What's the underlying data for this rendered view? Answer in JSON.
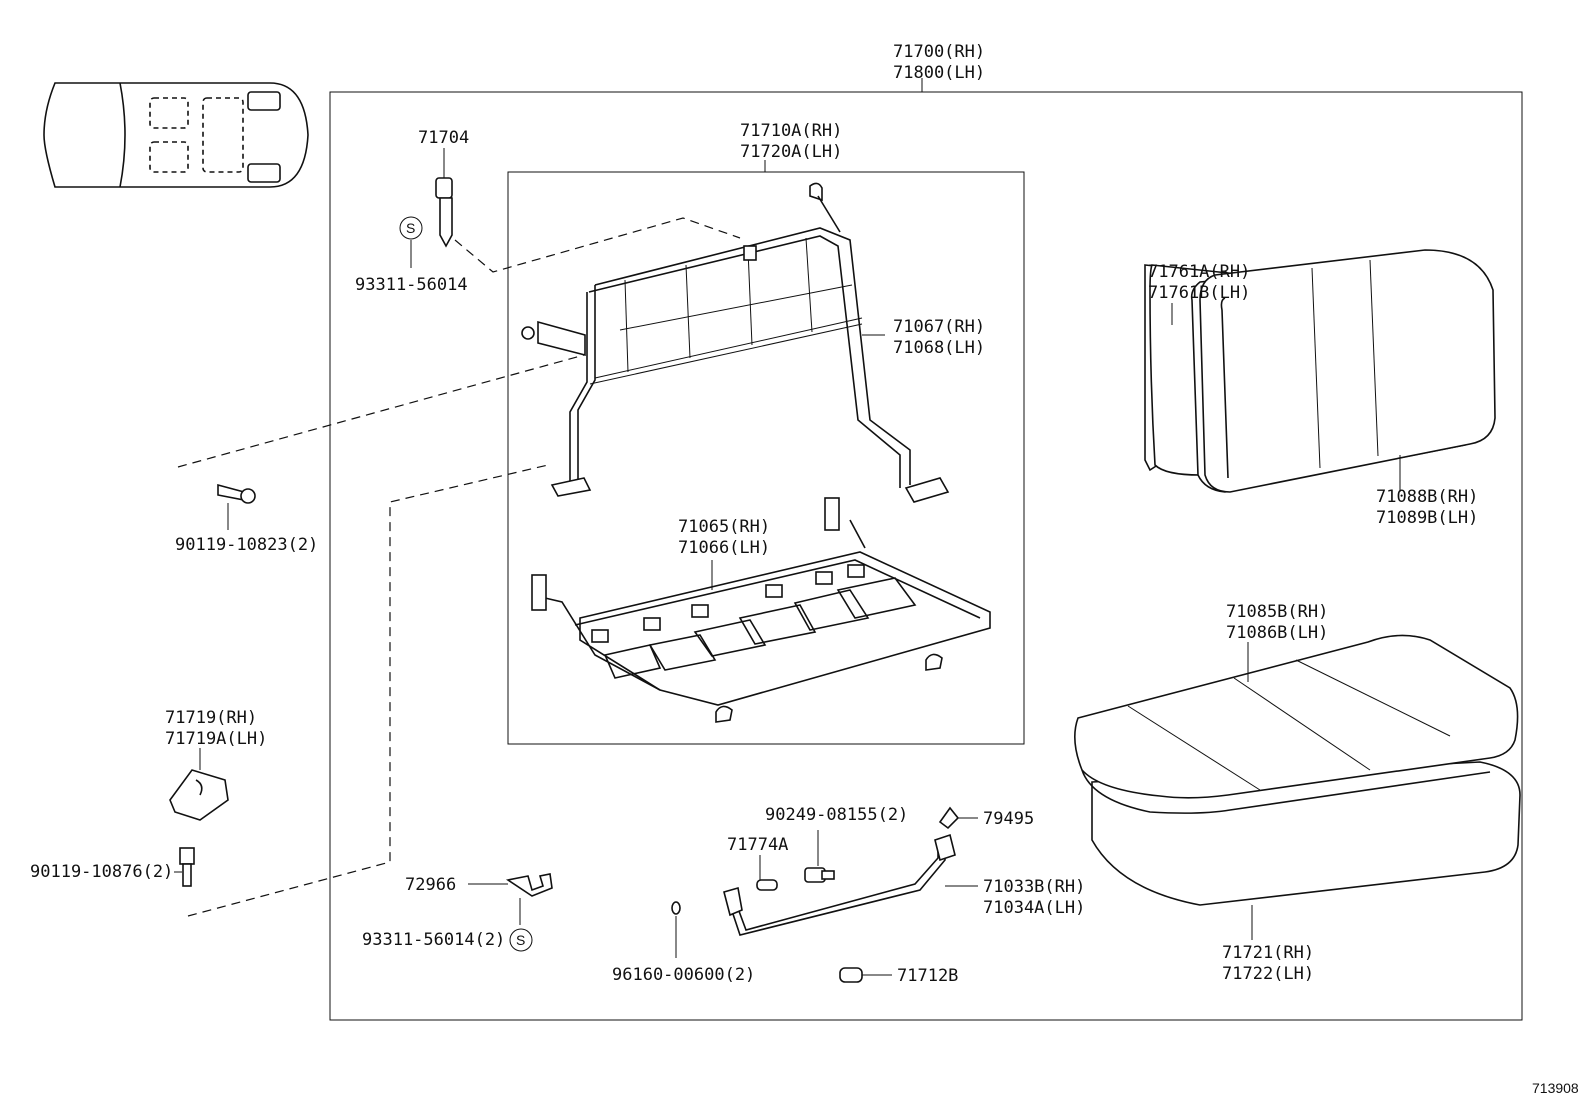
{
  "labels": {
    "assy_rh": "71700(RH)",
    "assy_lh": "71800(LH)",
    "p71704": "71704",
    "s_mark": "S",
    "p93311_top": "93311-56014",
    "p71710a_rh": "71710A(RH)",
    "p71720a_lh": "71720A(LH)",
    "p71067_rh": "71067(RH)",
    "p71068_lh": "71068(LH)",
    "p90119_10823": "90119-10823(2)",
    "p71065_rh": "71065(RH)",
    "p71066_lh": "71066(LH)",
    "p71719_rh": "71719(RH)",
    "p71719a_lh": "71719A(LH)",
    "p90119_10876": "90119-10876(2)",
    "p72966": "72966",
    "p93311_bottom": "93311-56014(2)",
    "p90249": "90249-08155(2)",
    "p79495": "79495",
    "p71774a": "71774A",
    "p71033b_rh": "71033B(RH)",
    "p71034a_lh": "71034A(LH)",
    "p96160": "96160-00600(2)",
    "p71712b": "71712B",
    "p71761a_rh": "71761A(RH)",
    "p71761b_lh": "71761B(LH)",
    "p71088b_rh": "71088B(RH)",
    "p71089b_lh": "71089B(LH)",
    "p71085b_rh": "71085B(RH)",
    "p71086b_lh": "71086B(LH)",
    "p71721_rh": "71721(RH)",
    "p71722_lh": "71722(LH)",
    "diagram_id": "713908"
  }
}
